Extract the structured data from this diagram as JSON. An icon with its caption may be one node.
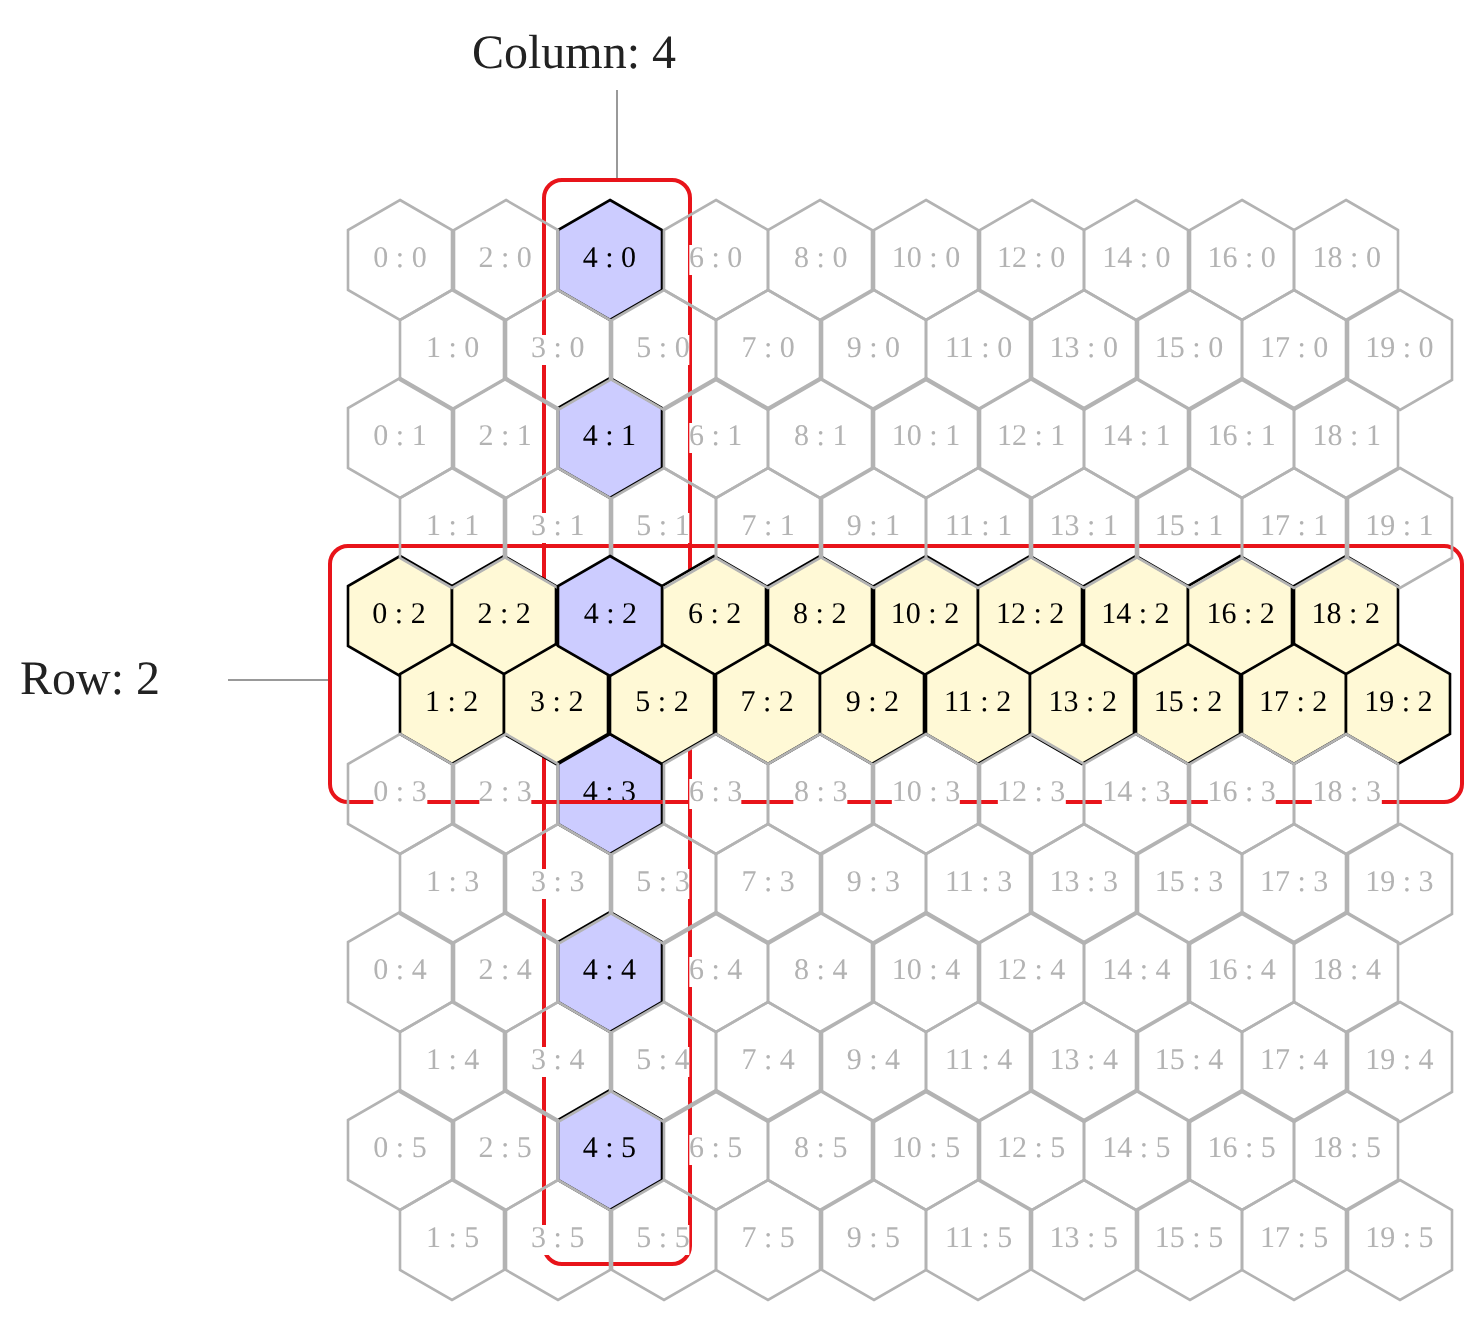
{
  "diagram": {
    "nodes": [
      {
        "text": [
          "Column: 4"
        ]
      },
      {
        "text": [],
        "shape": "box"
      },
      {
        "text": [
          "Row: 2"
        ]
      },
      {
        "text": [],
        "shape": "box"
      },
      {
        "text": [
          "0 : 0"
        ]
      },
      {
        "text": [
          "2 : 0"
        ]
      },
      {
        "text": [
          "4 : 0"
        ],
        "in": 1
      },
      {
        "text": [
          "6 : 0"
        ]
      },
      {
        "text": [
          "8 : 0"
        ]
      },
      {
        "text": [
          "10 : 0"
        ]
      },
      {
        "text": [
          "12 : 0"
        ]
      },
      {
        "text": [
          "14 : 0"
        ]
      },
      {
        "text": [
          "16 : 0"
        ]
      },
      {
        "text": [
          "18 : 0"
        ]
      },
      {
        "text": [
          "1 : 0"
        ]
      },
      {
        "text": [
          "3 : 0"
        ]
      },
      {
        "text": [
          "5 : 0"
        ]
      },
      {
        "text": [
          "7 : 0"
        ]
      },
      {
        "text": [
          "9 : 0"
        ]
      },
      {
        "text": [
          "11 : 0"
        ]
      },
      {
        "text": [
          "13 : 0"
        ]
      },
      {
        "text": [
          "15 : 0"
        ]
      },
      {
        "text": [
          "17 : 0"
        ]
      },
      {
        "text": [
          "19 : 0"
        ]
      },
      {
        "text": [
          "0 : 1"
        ]
      },
      {
        "text": [
          "2 : 1"
        ]
      },
      {
        "text": [
          "4 : 1"
        ],
        "in": 1
      },
      {
        "text": [
          "6 : 1"
        ]
      },
      {
        "text": [
          "8 : 1"
        ]
      },
      {
        "text": [
          "10 : 1"
        ]
      },
      {
        "text": [
          "12 : 1"
        ]
      },
      {
        "text": [
          "14 : 1"
        ]
      },
      {
        "text": [
          "16 : 1"
        ]
      },
      {
        "text": [
          "18 : 1"
        ]
      },
      {
        "text": [
          "1 : 1"
        ]
      },
      {
        "text": [
          "3 : 1"
        ]
      },
      {
        "text": [
          "5 : 1"
        ]
      },
      {
        "text": [
          "7 : 1"
        ]
      },
      {
        "text": [
          "9 : 1"
        ]
      },
      {
        "text": [
          "11 : 1"
        ]
      },
      {
        "text": [
          "13 : 1"
        ]
      },
      {
        "text": [
          "15 : 1"
        ]
      },
      {
        "text": [
          "17 : 1"
        ]
      },
      {
        "text": [
          "19 : 1"
        ]
      },
      {
        "text": [
          "0 : 2"
        ],
        "in": 3
      },
      {
        "text": [
          "2 : 2"
        ],
        "in": 3
      },
      {
        "text": [
          "4 : 2"
        ]
      },
      {
        "text": [
          "6 : 2"
        ],
        "in": 3
      },
      {
        "text": [
          "8 : 2"
        ],
        "in": 3
      },
      {
        "text": [
          "10 : 2"
        ],
        "in": 3
      },
      {
        "text": [
          "12 : 2"
        ],
        "in": 3
      },
      {
        "text": [
          "14 : 2"
        ],
        "in": 3
      },
      {
        "text": [
          "16 : 2"
        ],
        "in": 3
      },
      {
        "text": [
          "18 : 2"
        ],
        "in": 3
      },
      {
        "text": [
          "1 : 2"
        ],
        "in": 3
      },
      {
        "text": [
          "3 : 2"
        ],
        "in": 3
      },
      {
        "text": [
          "5 : 2"
        ],
        "in": 3
      },
      {
        "text": [
          "7 : 2"
        ],
        "in": 3
      },
      {
        "text": [
          "9 : 2"
        ],
        "in": 3
      },
      {
        "text": [
          "11 : 2"
        ],
        "in": 3
      },
      {
        "text": [
          "13 : 2"
        ],
        "in": 3
      },
      {
        "text": [
          "15 : 2"
        ],
        "in": 3
      },
      {
        "text": [
          "17 : 2"
        ],
        "in": 3
      },
      {
        "text": [
          "19 : 2"
        ],
        "in": 3
      },
      {
        "text": [
          "0 : 3"
        ]
      },
      {
        "text": [
          "2 : 3"
        ]
      },
      {
        "text": [
          "4 : 3"
        ],
        "in": 1
      },
      {
        "text": [
          "6 : 3"
        ]
      },
      {
        "text": [
          "8 : 3"
        ]
      },
      {
        "text": [
          "10 : 3"
        ]
      },
      {
        "text": [
          "12 : 3"
        ]
      },
      {
        "text": [
          "14 : 3"
        ]
      },
      {
        "text": [
          "16 : 3"
        ]
      },
      {
        "text": [
          "18 : 3"
        ]
      },
      {
        "text": [
          "1 : 3"
        ]
      },
      {
        "text": [
          "3 : 3"
        ]
      },
      {
        "text": [
          "5 : 3"
        ]
      },
      {
        "text": [
          "7 : 3"
        ]
      },
      {
        "text": [
          "9 : 3"
        ]
      },
      {
        "text": [
          "11 : 3"
        ]
      },
      {
        "text": [
          "13 : 3"
        ]
      },
      {
        "text": [
          "15 : 3"
        ]
      },
      {
        "text": [
          "17 : 3"
        ]
      },
      {
        "text": [
          "19 : 3"
        ]
      },
      {
        "text": [
          "0 : 4"
        ]
      },
      {
        "text": [
          "2 : 4"
        ]
      },
      {
        "text": [
          "4 : 4"
        ],
        "in": 1
      },
      {
        "text": [
          "6 : 4"
        ]
      },
      {
        "text": [
          "8 : 4"
        ]
      },
      {
        "text": [
          "10 : 4"
        ]
      },
      {
        "text": [
          "12 : 4"
        ]
      },
      {
        "text": [
          "14 : 4"
        ]
      },
      {
        "text": [
          "16 : 4"
        ]
      },
      {
        "text": [
          "18 : 4"
        ]
      },
      {
        "text": [
          "1 : 4"
        ]
      },
      {
        "text": [
          "3 : 4"
        ]
      },
      {
        "text": [
          "5 : 4"
        ]
      },
      {
        "text": [
          "7 : 4"
        ]
      },
      {
        "text": [
          "9 : 4"
        ]
      },
      {
        "text": [
          "11 : 4"
        ]
      },
      {
        "text": [
          "13 : 4"
        ]
      },
      {
        "text": [
          "15 : 4"
        ]
      },
      {
        "text": [
          "17 : 4"
        ]
      },
      {
        "text": [
          "19 : 4"
        ]
      },
      {
        "text": [
          "0 : 5"
        ]
      },
      {
        "text": [
          "2 : 5"
        ]
      },
      {
        "text": [
          "4 : 5"
        ],
        "in": 1
      },
      {
        "text": [
          "6 : 5"
        ]
      },
      {
        "text": [
          "8 : 5"
        ]
      },
      {
        "text": [
          "10 : 5"
        ]
      },
      {
        "text": [
          "12 : 5"
        ]
      },
      {
        "text": [
          "14 : 5"
        ]
      },
      {
        "text": [
          "16 : 5"
        ]
      },
      {
        "text": [
          "18 : 5"
        ]
      },
      {
        "text": [
          "1 : 5"
        ]
      },
      {
        "text": [
          "3 : 5"
        ]
      },
      {
        "text": [
          "5 : 5"
        ]
      },
      {
        "text": [
          "7 : 5"
        ]
      },
      {
        "text": [
          "9 : 5"
        ]
      },
      {
        "text": [
          "11 : 5"
        ]
      },
      {
        "text": [
          "13 : 5"
        ]
      },
      {
        "text": [
          "15 : 5"
        ]
      },
      {
        "text": [
          "17 : 5"
        ]
      },
      {
        "text": [
          "19 : 5"
        ]
      }
    ],
    "edges": [
      {
        "from": 0,
        "to": 1,
        "arrow": "none"
      },
      {
        "from": 2,
        "to": 3,
        "arrow": "none"
      }
    ]
  }
}
